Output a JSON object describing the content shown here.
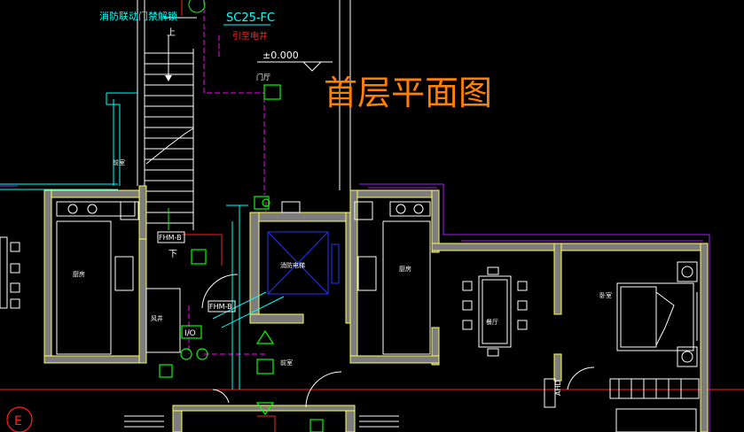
{
  "drawing": {
    "title": "首层平面图",
    "elevation": "±0.000",
    "cable_spec": "SC25-FC",
    "cable_note": "引至电井",
    "linkage_note": "消防联动门禁解锁",
    "stair_up": "上",
    "stair_down": "下",
    "room_kitchen_left": "厨房",
    "room_kitchen_right": "厨房",
    "room_elevator": "消防电梯",
    "room_dining": "餐厅",
    "room_bedroom": "卧室",
    "room_stair_small": "前室",
    "room_front": "前室",
    "room_wind": "风井",
    "room_hall": "门厅",
    "fhm_label_1": "FHM-B",
    "fhm_label_2": "FHM-B",
    "io_label": "I/O",
    "ahd_label": "AHD",
    "axis_marker": "E"
  },
  "colors": {
    "background": "#000000",
    "wall": "#ffff55",
    "wall_fill": "#7d7d7d",
    "fixture": "#ffffff",
    "elevator": "#2233ff",
    "device": "#00ff00",
    "cyan": "#00ffff",
    "magenta": "#ff00ff",
    "red": "#ff2020",
    "title": "#ff7f00",
    "purple": "#a020f0"
  }
}
